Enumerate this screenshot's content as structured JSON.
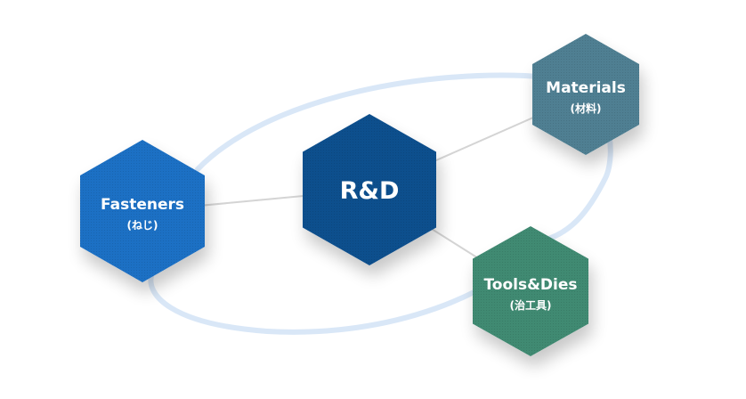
{
  "diagram": {
    "type": "hub-and-ring",
    "colors": {
      "ring": "#d9e7f7",
      "connector": "#d4d4d4",
      "hub": "#0f4f8d",
      "fasteners": "#1f6fc4",
      "materials": "#4f7f92",
      "tools": "#3f8a72",
      "text": "#ffffff"
    },
    "hub": {
      "id": "rnd",
      "label": "R&D",
      "sublabel": ""
    },
    "nodes": [
      {
        "id": "fasteners",
        "label": "Fasteners",
        "sublabel": "(ねじ)"
      },
      {
        "id": "materials",
        "label": "Materials",
        "sublabel": "(材料)"
      },
      {
        "id": "tools",
        "label": "Tools&Dies",
        "sublabel": "(治工具)"
      }
    ],
    "edges": [
      {
        "from": "rnd",
        "to": "fasteners"
      },
      {
        "from": "rnd",
        "to": "materials"
      },
      {
        "from": "rnd",
        "to": "tools"
      }
    ]
  }
}
